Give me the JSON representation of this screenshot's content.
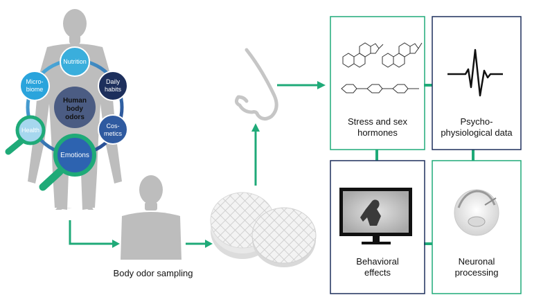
{
  "circles": {
    "nutrition": "Nutrition",
    "daily_habits": "Daily\nhabits",
    "microbiome": "Micro-\nbiome",
    "human_body_odors": "Human\nbody\nodors",
    "health": "Health",
    "cosmetics": "Cos-\nmetics",
    "emotions": "Emotions"
  },
  "sampling_label": "Body odor sampling",
  "panels": {
    "hormones": "Stress and sex\nhormones",
    "psycho": "Psycho-\nphysiological data",
    "behavioral": "Behavioral\neffects",
    "neuronal": "Neuronal\nprocessing"
  },
  "colors": {
    "arrow_green": "#1faa78",
    "nutrition": "#3aaedc",
    "daily_habits": "#1d2f5c",
    "microbiome": "#2aa4dc",
    "center": "#4b5c83",
    "health": "#a6d7ee",
    "cosmetics": "#2f5aa0",
    "emotions": "#2d63b0",
    "silhouette": "#bdbdbd"
  }
}
